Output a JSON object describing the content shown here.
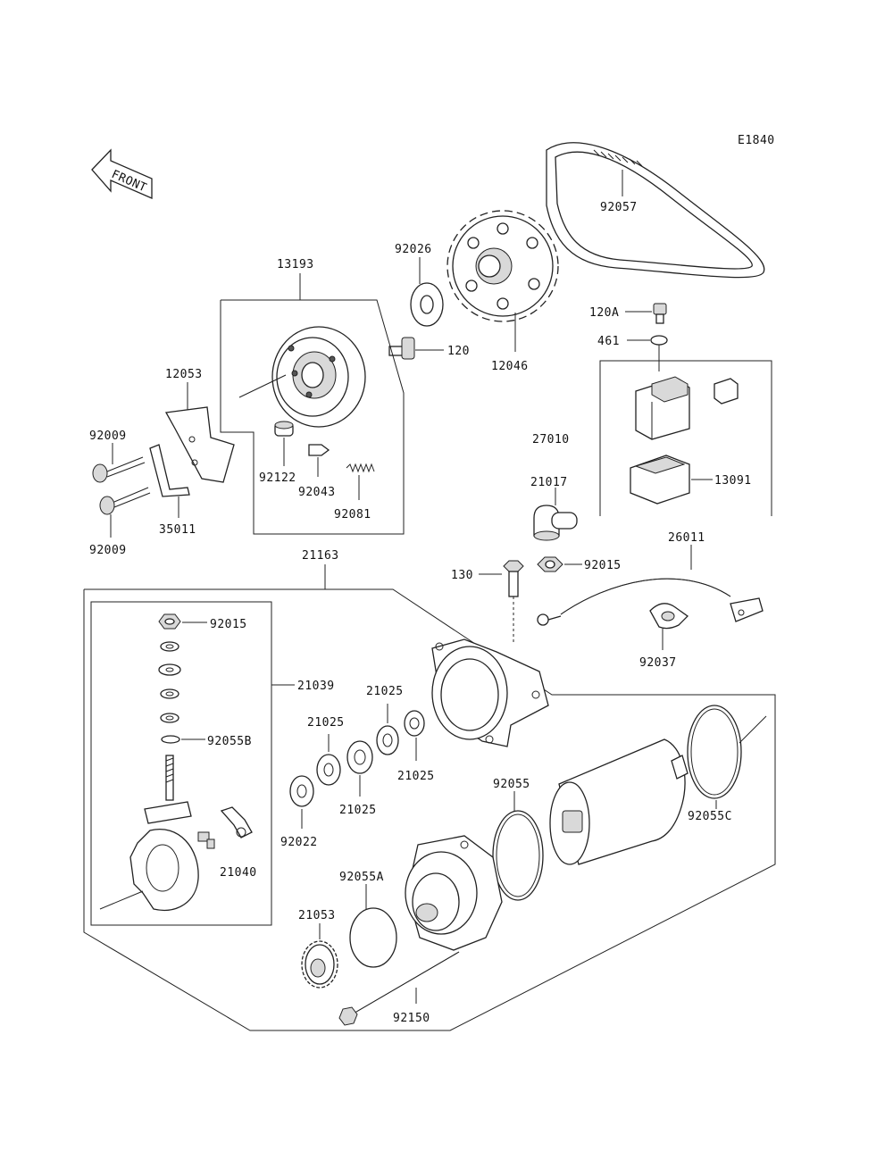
{
  "diagram_code": "E1840",
  "front_label": "FRONT",
  "part_labels": {
    "p92057": "92057",
    "p92026": "92026",
    "p13193": "13193",
    "p120": "120",
    "p12046": "12046",
    "p120A": "120A",
    "p461": "461",
    "p12053": "12053",
    "p92009a": "92009",
    "p92009b": "92009",
    "p35011": "35011",
    "p92122": "92122",
    "p92043": "92043",
    "p92081": "92081",
    "p27010": "27010",
    "p21017": "21017",
    "p13091": "13091",
    "p26011": "26011",
    "p21163": "21163",
    "p130": "130",
    "p92015a": "92015",
    "p92015b": "92015",
    "p92037": "92037",
    "p21039": "21039",
    "p92055B": "92055B",
    "p21025a": "21025",
    "p21025b": "21025",
    "p21025c": "21025",
    "p21025d": "21025",
    "p92022": "92022",
    "p92055": "92055",
    "p92055C": "92055C",
    "p21040": "21040",
    "p92055A": "92055A",
    "p21053": "21053",
    "p92150": "92150"
  }
}
